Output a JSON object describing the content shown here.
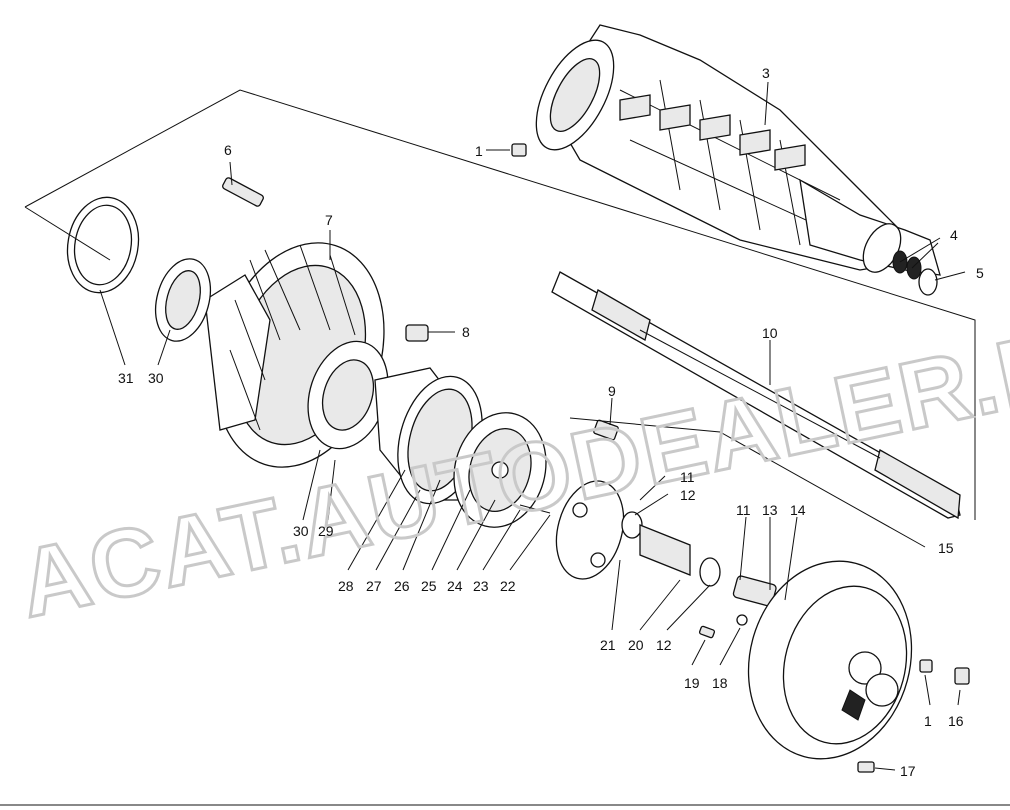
{
  "watermark": "ACAT.AUTODEALER.RU",
  "callouts": [
    "1",
    "3",
    "4",
    "5",
    "6",
    "7",
    "8",
    "9",
    "10",
    "11",
    "12",
    "13",
    "14",
    "15",
    "16",
    "17",
    "18",
    "19",
    "20",
    "21",
    "22",
    "23",
    "24",
    "25",
    "26",
    "27",
    "28",
    "29",
    "30",
    "31"
  ]
}
